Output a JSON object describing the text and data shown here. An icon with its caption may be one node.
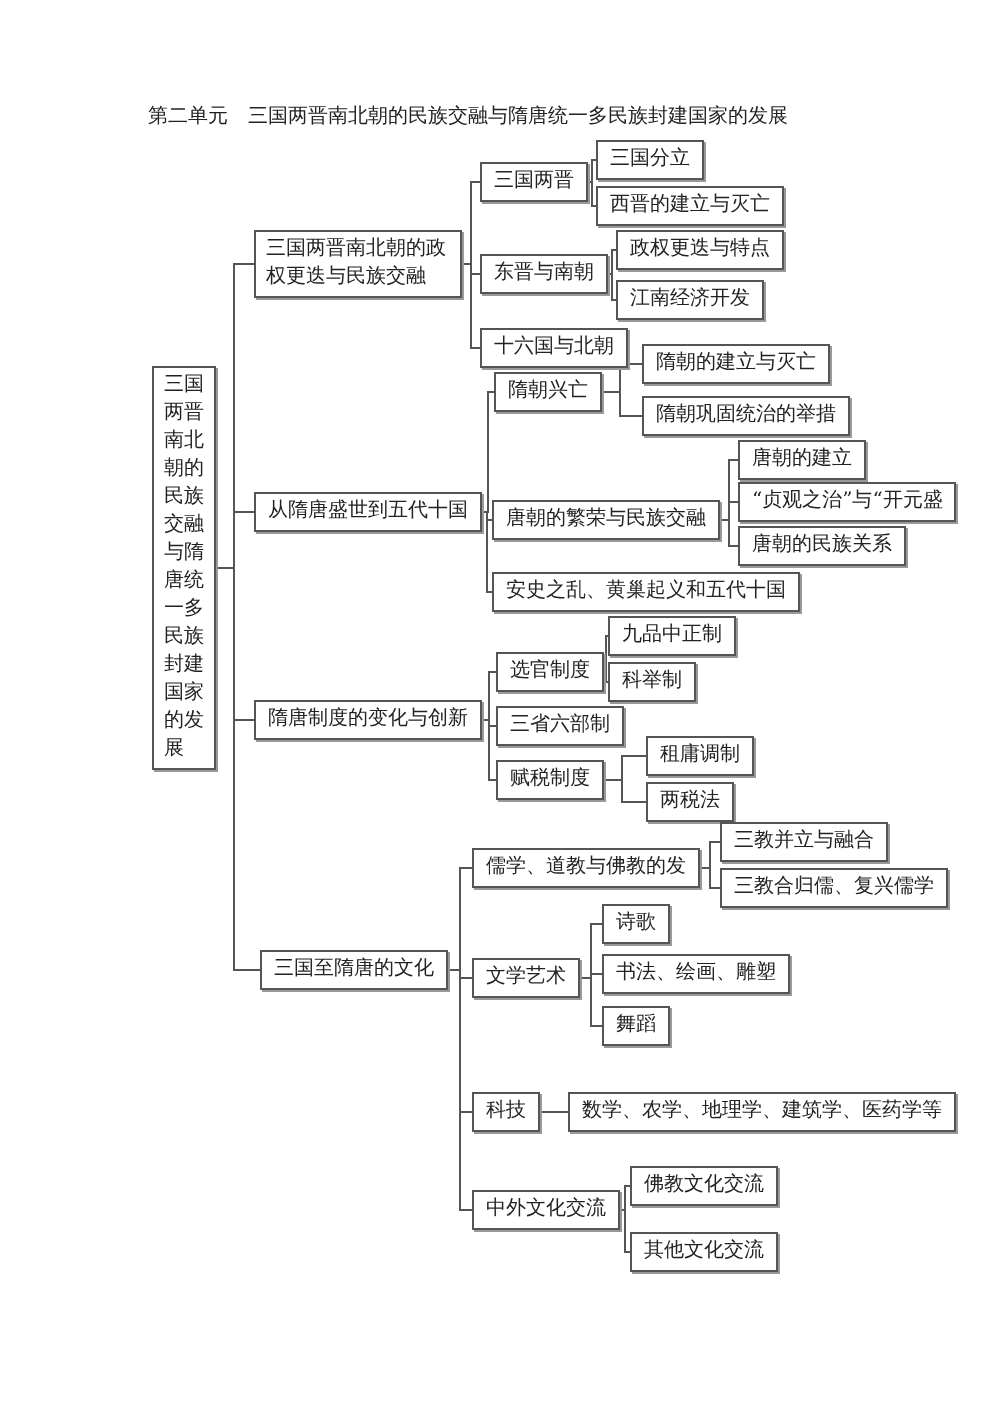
{
  "diagram": {
    "title": "第二单元　三国两晋南北朝的民族交融与隋唐统一多民族封建国家的发展",
    "nodes": [
      {
        "text": [
          "三国两晋南北朝的民族交融与隋唐统一多民族封建国家的发展"
        ]
      },
      {
        "text": [
          "三国两晋南北朝的政权更迭与民族交融"
        ]
      },
      {
        "text": [
          "三国两晋"
        ]
      },
      {
        "text": [
          "三国分立"
        ]
      },
      {
        "text": [
          "西晋的建立与灭亡"
        ]
      },
      {
        "text": [
          "东晋与南朝"
        ]
      },
      {
        "text": [
          "政权更迭与特点"
        ]
      },
      {
        "text": [
          "江南经济开发"
        ]
      },
      {
        "text": [
          "十六国与北朝"
        ]
      },
      {
        "text": [
          "隋朝兴亡"
        ]
      },
      {
        "text": [
          "隋朝的建立与灭亡"
        ]
      },
      {
        "text": [
          "隋朝巩固统治的举措"
        ]
      },
      {
        "text": [
          "从隋唐盛世到五代十国"
        ]
      },
      {
        "text": [
          "唐朝的繁荣与民族交融"
        ]
      },
      {
        "text": [
          "唐朝的建立"
        ]
      },
      {
        "text": [
          "“贞观之治”与“开元盛"
        ]
      },
      {
        "text": [
          "唐朝的民族关系"
        ]
      },
      {
        "text": [
          "安史之乱、黄巢起义和五代十国"
        ]
      },
      {
        "text": [
          "隋唐制度的变化与创新"
        ]
      },
      {
        "text": [
          "选官制度"
        ]
      },
      {
        "text": [
          "九品中正制"
        ]
      },
      {
        "text": [
          "科举制"
        ]
      },
      {
        "text": [
          "三省六部制"
        ]
      },
      {
        "text": [
          "赋税制度"
        ]
      },
      {
        "text": [
          "租庸调制"
        ]
      },
      {
        "text": [
          "两税法"
        ]
      },
      {
        "text": [
          "三国至隋唐的文化"
        ]
      },
      {
        "text": [
          "儒学、道教与佛教的发"
        ]
      },
      {
        "text": [
          "三教并立与融合"
        ]
      },
      {
        "text": [
          "三教合归儒、复兴儒学"
        ]
      },
      {
        "text": [
          "文学艺术"
        ]
      },
      {
        "text": [
          "诗歌"
        ]
      },
      {
        "text": [
          "书法、绘画、雕塑"
        ]
      },
      {
        "text": [
          "舞蹈"
        ]
      },
      {
        "text": [
          "科技"
        ]
      },
      {
        "text": [
          "数学、农学、地理学、建筑学、医药学等"
        ]
      },
      {
        "text": [
          "中外文化交流"
        ]
      },
      {
        "text": [
          "佛教文化交流"
        ]
      },
      {
        "text": [
          "其他文化交流"
        ]
      }
    ],
    "edges": [
      {
        "from": 0,
        "to": 1,
        "arrow": "none"
      },
      {
        "from": 0,
        "to": 12,
        "arrow": "none"
      },
      {
        "from": 0,
        "to": 18,
        "arrow": "none"
      },
      {
        "from": 0,
        "to": 26,
        "arrow": "none"
      },
      {
        "from": 1,
        "to": 2,
        "arrow": "none"
      },
      {
        "from": 1,
        "to": 5,
        "arrow": "none"
      },
      {
        "from": 1,
        "to": 8,
        "arrow": "none"
      },
      {
        "from": 2,
        "to": 3,
        "arrow": "none"
      },
      {
        "from": 2,
        "to": 4,
        "arrow": "none"
      },
      {
        "from": 5,
        "to": 6,
        "arrow": "none"
      },
      {
        "from": 5,
        "to": 7,
        "arrow": "none"
      },
      {
        "from": 12,
        "to": 9,
        "arrow": "none"
      },
      {
        "from": 12,
        "to": 13,
        "arrow": "none"
      },
      {
        "from": 12,
        "to": 17,
        "arrow": "none"
      },
      {
        "from": 9,
        "to": 10,
        "arrow": "none"
      },
      {
        "from": 9,
        "to": 11,
        "arrow": "none"
      },
      {
        "from": 13,
        "to": 14,
        "arrow": "none"
      },
      {
        "from": 13,
        "to": 15,
        "arrow": "none"
      },
      {
        "from": 13,
        "to": 16,
        "arrow": "none"
      },
      {
        "from": 18,
        "to": 19,
        "arrow": "none"
      },
      {
        "from": 18,
        "to": 22,
        "arrow": "none"
      },
      {
        "from": 18,
        "to": 23,
        "arrow": "none"
      },
      {
        "from": 19,
        "to": 20,
        "arrow": "none"
      },
      {
        "from": 19,
        "to": 21,
        "arrow": "none"
      },
      {
        "from": 23,
        "to": 24,
        "arrow": "none"
      },
      {
        "from": 23,
        "to": 25,
        "arrow": "none"
      },
      {
        "from": 26,
        "to": 27,
        "arrow": "none"
      },
      {
        "from": 26,
        "to": 30,
        "arrow": "none"
      },
      {
        "from": 26,
        "to": 34,
        "arrow": "none"
      },
      {
        "from": 26,
        "to": 36,
        "arrow": "none"
      },
      {
        "from": 27,
        "to": 28,
        "arrow": "none"
      },
      {
        "from": 27,
        "to": 29,
        "arrow": "none"
      },
      {
        "from": 30,
        "to": 31,
        "arrow": "none"
      },
      {
        "from": 30,
        "to": 32,
        "arrow": "none"
      },
      {
        "from": 30,
        "to": 33,
        "arrow": "none"
      },
      {
        "from": 34,
        "to": 35,
        "arrow": "none"
      },
      {
        "from": 36,
        "to": 37,
        "arrow": "none"
      },
      {
        "from": 36,
        "to": 38,
        "arrow": "none"
      }
    ]
  }
}
